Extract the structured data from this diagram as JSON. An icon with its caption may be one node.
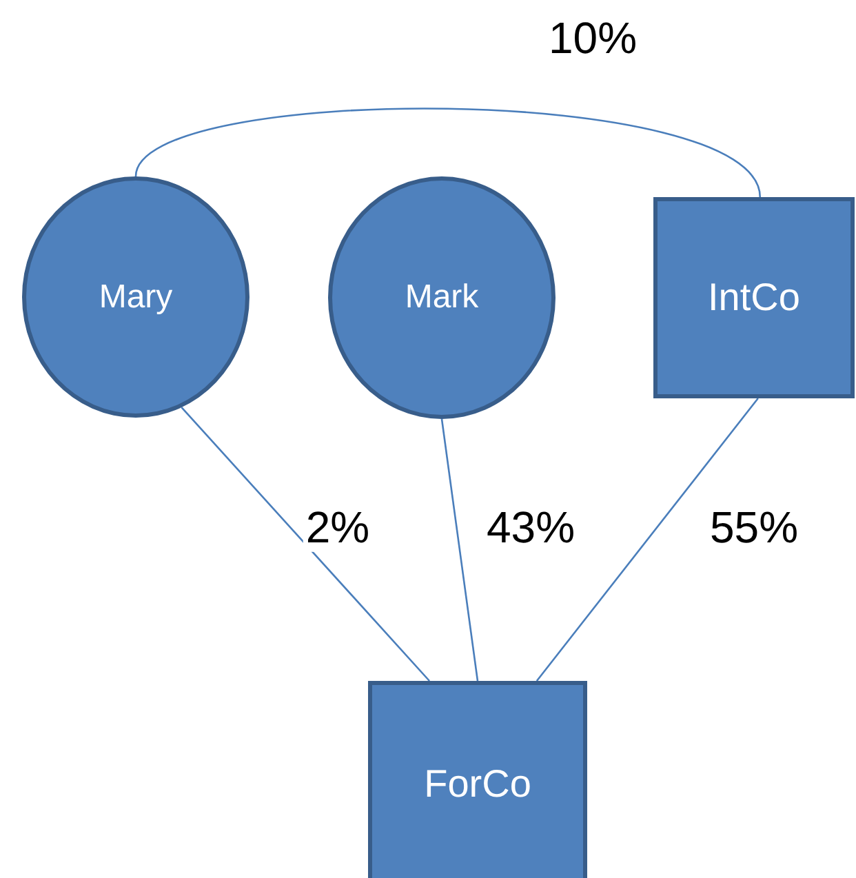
{
  "diagram": {
    "nodes": [
      {
        "text": [
          "Mary"
        ]
      },
      {
        "text": [
          "Mark"
        ]
      },
      {
        "text": [
          "IntCo"
        ]
      },
      {
        "text": [
          "ForCo"
        ]
      }
    ],
    "edges": [
      {
        "from": 0,
        "to": 2,
        "arrow": "none",
        "label": "10%"
      },
      {
        "from": 0,
        "to": 3,
        "arrow": "none",
        "label": "2%"
      },
      {
        "from": 1,
        "to": 3,
        "arrow": "none",
        "label": "43%"
      },
      {
        "from": 2,
        "to": 3,
        "arrow": "none",
        "label": "55%"
      }
    ]
  }
}
